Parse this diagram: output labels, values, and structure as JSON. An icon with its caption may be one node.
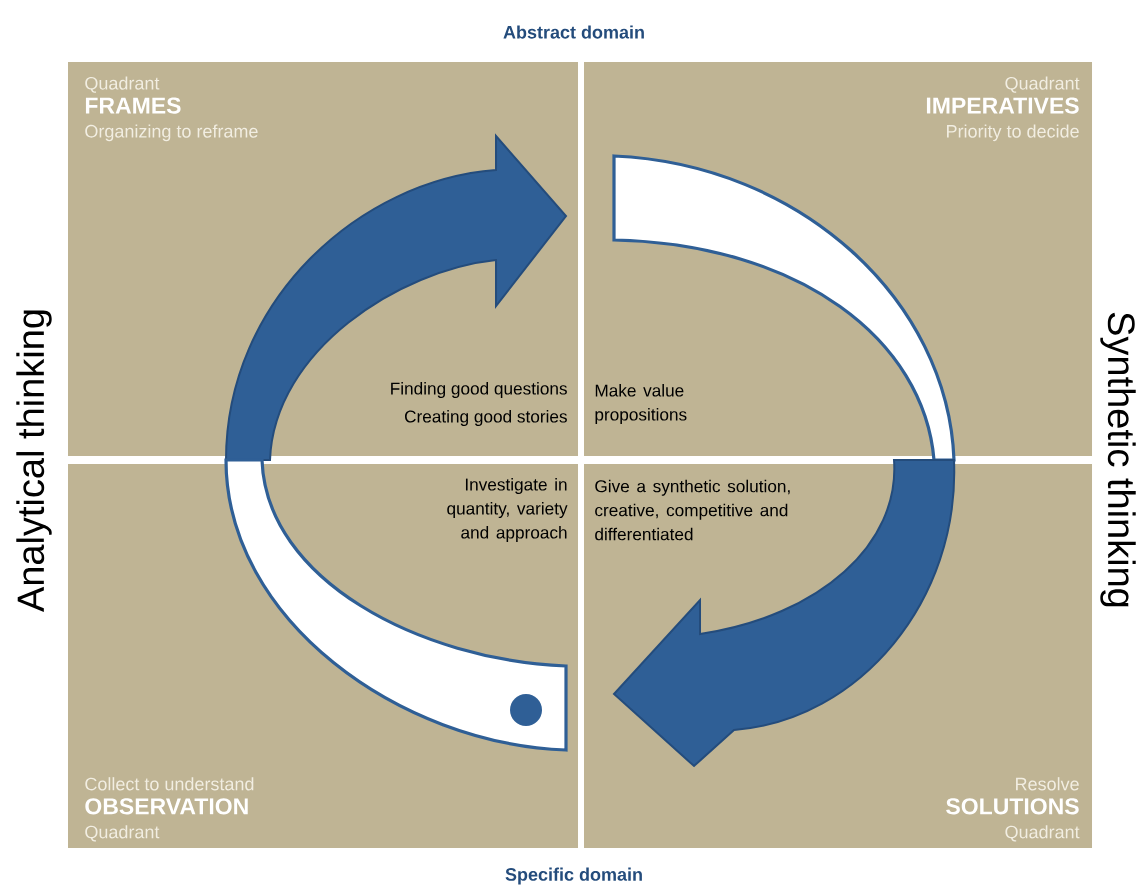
{
  "diagram": {
    "nodes": [
      {
        "text": [
          "Quadrant",
          "FRAMES",
          "Organizing to reframe"
        ]
      },
      {
        "text": [
          "Quadrant",
          "IMPERATIVES",
          "Priority to decide"
        ]
      },
      {
        "text": [
          "Collect to understand",
          "OBSERVATION",
          "Quadrant"
        ]
      },
      {
        "text": [
          "Resolve",
          "SOLUTIONS",
          "Quadrant"
        ]
      }
    ],
    "labels": [
      "Abstract domain",
      "Analytical thinking",
      "Synthetic thinking",
      "Finding good questions",
      "Creating good stories",
      "Make value propositions",
      "Investigate in quantity, variety and approach",
      "Give a synthetic solution, creative, competitive and differentiated",
      "Specific domain"
    ]
  }
}
